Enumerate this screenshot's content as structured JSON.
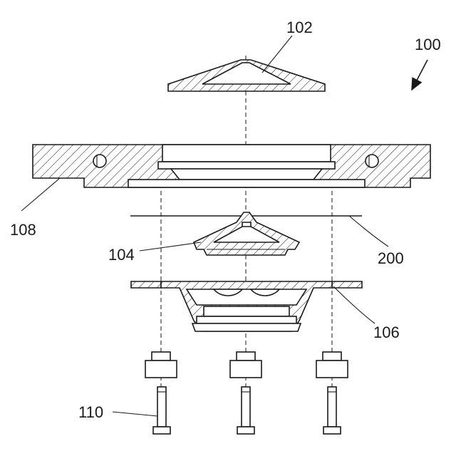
{
  "figure": {
    "reference_numerals": {
      "assembly": "100",
      "cap": "102",
      "insert": "104",
      "base": "106",
      "housing": "108",
      "screw": "110",
      "membrane": "200"
    }
  }
}
